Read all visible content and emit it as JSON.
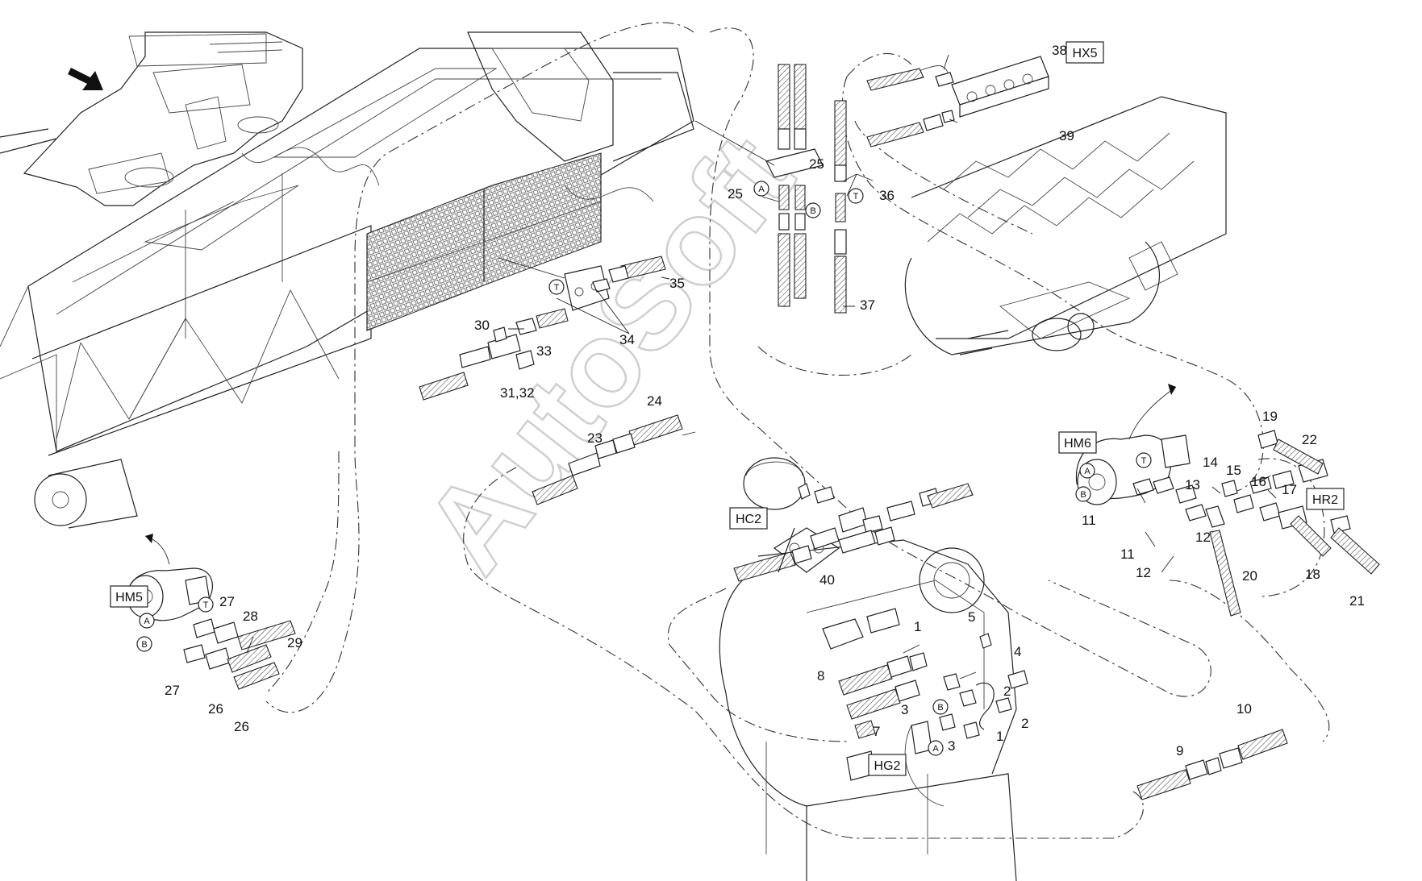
{
  "watermark": "AutoSoft",
  "component_codes": {
    "hx5": "HX5",
    "hm6": "HM6",
    "hr2": "HR2",
    "hc2": "HC2",
    "hm5": "HM5",
    "hg2": "HG2"
  },
  "port_letters": {
    "a": "A",
    "b": "B",
    "t": "T"
  },
  "part_labels": {
    "p1a": "1",
    "p1b": "1",
    "p2a": "2",
    "p2b": "2",
    "p3a": "3",
    "p3b": "3",
    "p4": "4",
    "p5": "5",
    "p7": "7",
    "p8": "8",
    "p9": "9",
    "p10": "10",
    "p11a": "11",
    "p11b": "11",
    "p12a": "12",
    "p12b": "12",
    "p13": "13",
    "p14": "14",
    "p15": "15",
    "p16": "16",
    "p17": "17",
    "p18": "18",
    "p19": "19",
    "p20": "20",
    "p21": "21",
    "p22": "22",
    "p23": "23",
    "p24": "24",
    "p25a": "25",
    "p25b": "25",
    "p26a": "26",
    "p26b": "26",
    "p27a": "27",
    "p27b": "27",
    "p28": "28",
    "p29": "29",
    "p30": "30",
    "p31_32": "31,32",
    "p33": "33",
    "p34": "34",
    "p35": "35",
    "p36": "36",
    "p37": "37",
    "p38": "38",
    "p39": "39",
    "p40": "40"
  }
}
